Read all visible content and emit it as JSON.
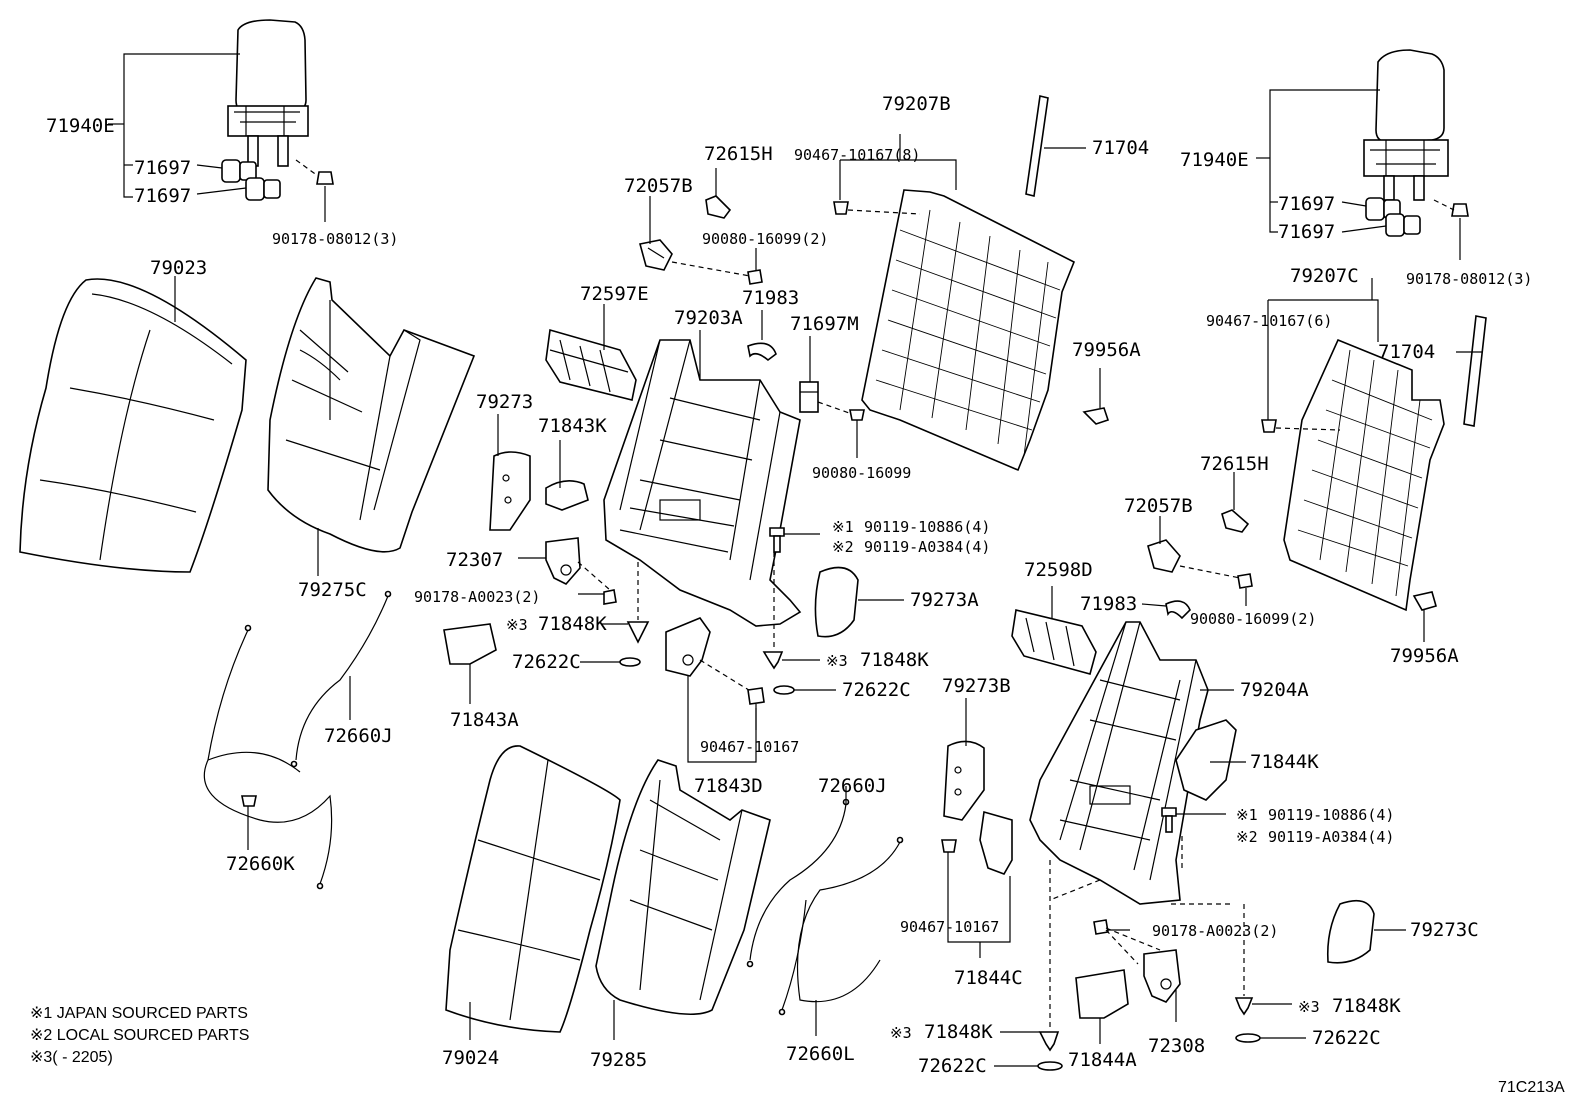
{
  "labels": {
    "l_71940E_a": "71940E",
    "l_71697_a1": "71697",
    "l_71697_a2": "71697",
    "l_90178_08012_a": "90178-08012(3)",
    "l_79023": "79023",
    "l_79275C": "79275C",
    "l_90178_A0023_a": "90178-A0023(2)",
    "l_72307": "72307",
    "l_79273": "79273",
    "l_71843K": "71843K",
    "l_72597E": "72597E",
    "l_72057B_a": "72057B",
    "l_72615H_a": "72615H",
    "l_90080_16099_2_a": "90080-16099(2)",
    "l_71983_a": "71983",
    "l_79203A": "79203A",
    "l_71697M": "71697M",
    "l_79207B": "79207B",
    "l_90467_10167_8": "90467-10167(8)",
    "l_71704_a": "71704",
    "l_90080_16099": "90080-16099",
    "l_79956A_a": "79956A",
    "l_90119_10886_a": "90119-10886(4)",
    "l_90119_A0384_a": "90119-A0384(4)",
    "l_71848K_a": "71848K",
    "l_72622C_a": "72622C",
    "l_71843A": "71843A",
    "l_72660J_a": "72660J",
    "l_72660K": "72660K",
    "l_71848K_b": "71848K",
    "l_72622C_b": "72622C",
    "l_90467_10167_a": "90467-10167",
    "l_71843D": "71843D",
    "l_79273A": "79273A",
    "l_71940E_b": "71940E",
    "l_71697_b1": "71697",
    "l_71697_b2": "71697",
    "l_90178_08012_b": "90178-08012(3)",
    "l_79207C": "79207C",
    "l_90467_10167_6": "90467-10167(6)",
    "l_71704_b": "71704",
    "l_72615H_b": "72615H",
    "l_72057B_b": "72057B",
    "l_90080_16099_2_b": "90080-16099(2)",
    "l_71983_b": "71983",
    "l_72598D": "72598D",
    "l_79956A_b": "79956A",
    "l_79204A": "79204A",
    "l_79273B": "79273B",
    "l_71844K": "71844K",
    "l_90119_10886_b": "90119-10886(4)",
    "l_90119_A0384_b": "90119-A0384(4)",
    "l_90467_10167_b": "90467-10167",
    "l_71844C": "71844C",
    "l_90178_A0023_b": "90178-A0023(2)",
    "l_79273C": "79273C",
    "l_71848K_c": "71848K",
    "l_71848K_d": "71848K",
    "l_72308": "72308",
    "l_72622C_c": "72622C",
    "l_72622C_d": "72622C",
    "l_71844A": "71844A",
    "l_72660J_b": "72660J",
    "l_72660L": "72660L",
    "l_79024": "79024",
    "l_79285": "79285"
  },
  "marks": {
    "m1_a": "※1",
    "m2_a": "※2",
    "m3_a": "※3",
    "m3_b": "※3",
    "m1_b": "※1",
    "m2_b": "※2",
    "m3_c": "※3",
    "m3_d": "※3"
  },
  "notes": {
    "n1": "※1 JAPAN SOURCED PARTS",
    "n2": "※2 LOCAL SOURCED PARTS",
    "n3": "※3(        - 2205)"
  },
  "figure_code": "71C213A"
}
